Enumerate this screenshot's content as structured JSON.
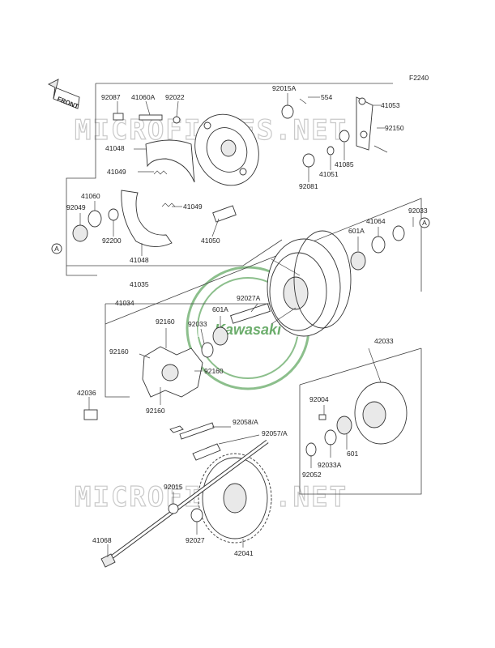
{
  "figure_code": "F2240",
  "front_label": "FRONT",
  "watermark_text": "MICROFICHES.NET",
  "logo_text": "Kawasaki",
  "ref_marker": "A",
  "colors": {
    "logo": "#2e8b2e",
    "line": "#333333",
    "watermark": "#c9c9c9"
  },
  "part_labels": [
    "92087",
    "41060A",
    "92022",
    "92015A",
    "554",
    "41053",
    "41048",
    "92150",
    "41085",
    "41051",
    "92081",
    "41049",
    "41049",
    "41050",
    "41060",
    "92049",
    "92200",
    "41048",
    "41035",
    "92033",
    "41064",
    "601A",
    "41034",
    "92027A",
    "601A",
    "92033",
    "92160",
    "92160",
    "92160",
    "92160",
    "42036",
    "42033",
    "92004",
    "92058/A",
    "92057/A",
    "601",
    "92033A",
    "92052",
    "92015",
    "92027",
    "42041",
    "41068"
  ]
}
